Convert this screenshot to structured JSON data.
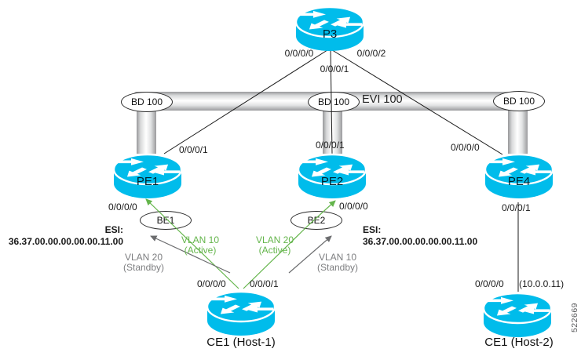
{
  "figure": {
    "id": "522669"
  },
  "nodes": {
    "p3": {
      "label": "P3"
    },
    "pe1": {
      "label": "PE1"
    },
    "pe2": {
      "label": "PE2"
    },
    "pe4": {
      "label": "PE4"
    },
    "ce1": {
      "label": "CE1 (Host-1)"
    },
    "ce2": {
      "label": "CE1 (Host-2)"
    }
  },
  "interfaces": {
    "p3_left": "0/0/0/0",
    "p3_bottom": "0/0/0/1",
    "p3_right": "0/0/0/2",
    "pe1_top": "0/0/0/1",
    "pe1_bottom": "0/0/0/0",
    "pe2_top": "0/0/0/1",
    "pe2_bottom": "0/0/0/0",
    "pe4_top": "0/0/0/0",
    "pe4_bottom": "0/0/0/1",
    "ce1_left": "0/0/0/0",
    "ce1_right": "0/0/0/1",
    "ce2_left": "0/0/0/0",
    "ce2_ip": "(10.0.0.11)"
  },
  "bridge_domains": {
    "left": "BD 100",
    "middle": "BD 100",
    "right": "BD 100"
  },
  "evi_label": "EVI 100",
  "bundles": {
    "be1": "BE1",
    "be2": "BE2"
  },
  "esi_left": {
    "title": "ESI:",
    "value": "36.37.00.00.00.00.00.11.00"
  },
  "esi_right": {
    "title": "ESI:",
    "value": "36.37.00.00.00.00.00.11.00"
  },
  "vlan_labels": {
    "vlan10_active": {
      "name": "VLAN 10",
      "state": "(Active)"
    },
    "vlan20_active": {
      "name": "VLAN 20",
      "state": "(Active)"
    },
    "vlan20_standby": {
      "name": "VLAN 20",
      "state": "(Standby)"
    },
    "vlan10_standby": {
      "name": "VLAN 10",
      "state": "(Standby)"
    }
  },
  "colors": {
    "node_fill": "#00BCEB",
    "active_green": "#64B54B",
    "standby_gray": "#6B6C6E",
    "line_black": "#1A1A1A"
  }
}
